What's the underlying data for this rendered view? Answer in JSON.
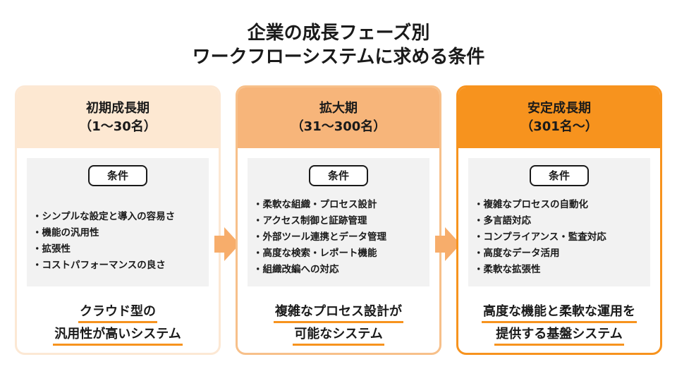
{
  "title": {
    "line1": "企業の成長フェーズ別",
    "line2": "ワークフローシステムに求める条件"
  },
  "colors": {
    "phase1_head": "#fde8d2",
    "phase1_border": "#fce8d4",
    "phase2_head": "#f7b57a",
    "phase2_border": "#f7c08a",
    "phase3_head": "#f7931e",
    "phase3_border": "#f7931e",
    "arrow": "#f7ad6b",
    "underline": "#f7931e"
  },
  "phases": [
    {
      "name": "初期成長期",
      "range": "（1〜30名）",
      "condition_label": "条件",
      "conditions": [
        "シンプルな設定と導入の容易さ",
        "機能の汎用性",
        "拡張性",
        "コストパフォーマンスの良さ"
      ],
      "result": [
        "クラウド型の",
        "汎用性が高いシステム"
      ]
    },
    {
      "name": "拡大期",
      "range": "（31〜300名）",
      "condition_label": "条件",
      "conditions": [
        "柔軟な組織・プロセス設計",
        "アクセス制御と証跡管理",
        "外部ツール連携とデータ管理",
        "高度な検索・レポート機能",
        "組織改編への対応"
      ],
      "result": [
        "複雑なプロセス設計が",
        "可能なシステム"
      ]
    },
    {
      "name": "安定成長期",
      "range": "（301名〜）",
      "condition_label": "条件",
      "conditions": [
        "複雑なプロセスの自動化",
        "多言語対応",
        "コンプライアンス・監査対応",
        "高度なデータ活用",
        "柔軟な拡張性"
      ],
      "result": [
        "高度な機能と柔軟な運用を",
        "提供する基盤システム"
      ]
    }
  ]
}
